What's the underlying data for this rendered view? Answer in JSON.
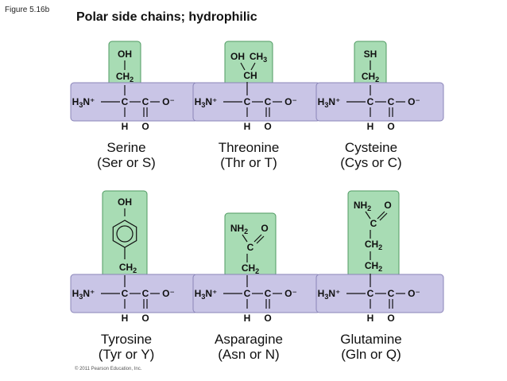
{
  "figure_label": "Figure 5.16b",
  "title": "Polar side chains; hydrophilic",
  "copyright": "© 2011 Pearson Education, Inc.",
  "backbone": {
    "h3n": "H",
    "h3n_sub": "3",
    "n_plus": "N⁺",
    "carbon": "C",
    "o_minus": "O⁻",
    "hydrogen": "H",
    "oxygen": "O"
  },
  "amino_acids": [
    {
      "name": "Serine",
      "abbr": "(Ser or S)",
      "chain": [
        {
          "text": "OH"
        },
        {
          "text": "CH",
          "sub": "2"
        }
      ]
    },
    {
      "name": "Threonine",
      "abbr": "(Thr or T)",
      "chain": [
        {
          "text": "OH"
        },
        {
          "text": "CH",
          "sub": "3"
        },
        {
          "text": "CH"
        }
      ]
    },
    {
      "name": "Cysteine",
      "abbr": "(Cys or C)",
      "chain": [
        {
          "text": "SH"
        },
        {
          "text": "CH",
          "sub": "2"
        }
      ]
    },
    {
      "name": "Tyrosine",
      "abbr": "(Tyr or Y)",
      "chain": [
        {
          "text": "OH"
        },
        {
          "text": "CH",
          "sub": "2"
        }
      ]
    },
    {
      "name": "Asparagine",
      "abbr": "(Asn or N)",
      "chain": [
        {
          "text": "NH",
          "sub": "2"
        },
        {
          "text": "O"
        },
        {
          "text": "C"
        },
        {
          "text": "CH",
          "sub": "2"
        }
      ]
    },
    {
      "name": "Glutamine",
      "abbr": "(Gln or Q)",
      "chain": [
        {
          "text": "NH",
          "sub": "2"
        },
        {
          "text": "O"
        },
        {
          "text": "C"
        },
        {
          "text": "CH",
          "sub": "2"
        },
        {
          "text": "CH",
          "sub": "2"
        }
      ]
    }
  ],
  "colors": {
    "backbone_fill": "#c9c5e6",
    "backbone_stroke": "#8a85b8",
    "sidechain_fill": "#a8dcb4",
    "sidechain_stroke": "#4f9a62"
  }
}
